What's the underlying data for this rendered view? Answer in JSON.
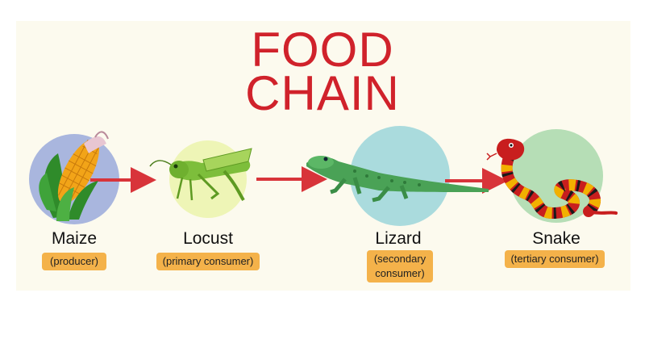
{
  "title": {
    "line1": "FOOD",
    "line2": "CHAIN"
  },
  "colors": {
    "title": "#d0222b",
    "arrow": "#d8343a",
    "badge": "#f4b24a",
    "background": "#fcfaee"
  },
  "organisms": [
    {
      "name": "Maize",
      "role": "(producer)",
      "icon": "corn-icon",
      "circle_color": "#a9b6de"
    },
    {
      "name": "Locust",
      "role": "(primary consumer)",
      "icon": "locust-icon",
      "circle_color": "#eef5b6"
    },
    {
      "name": "Lizard",
      "role_line1": "(secondary",
      "role_line2": "consumer)",
      "icon": "lizard-icon",
      "circle_color": "#aadbdd"
    },
    {
      "name": "Snake",
      "role": "(tertiary consumer)",
      "icon": "snake-icon",
      "circle_color": "#b6deb6"
    }
  ]
}
